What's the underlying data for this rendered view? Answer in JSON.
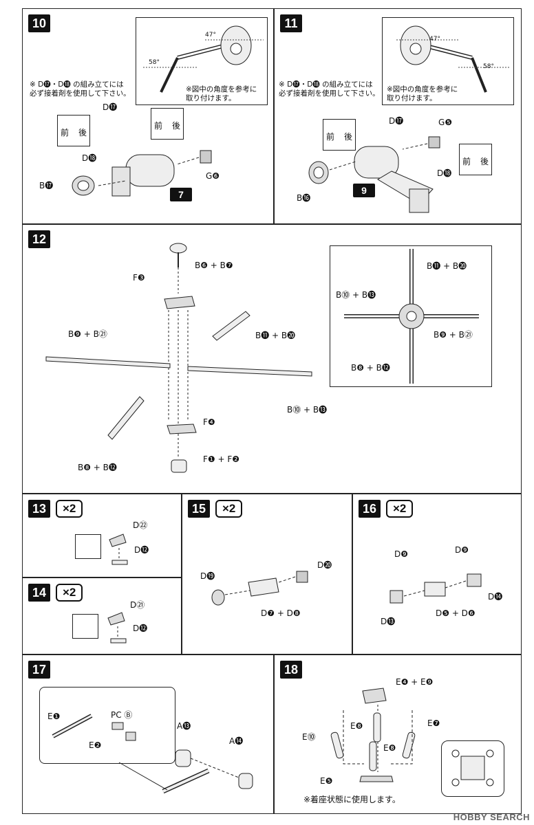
{
  "steps": {
    "s10": {
      "number": "10",
      "note_glue": "※ D⓱・D⓲ の組み立てには\n必ず接着剤を使用して下さい。",
      "note_angle": "※図中の角度を参考に\n取り付けます。",
      "angle_a": "47°",
      "angle_b": "58°",
      "labels": [
        "D⓱",
        "D⓲",
        "B⓱",
        "G❻"
      ],
      "front": "前",
      "back": "後",
      "part_tag": "7"
    },
    "s11": {
      "number": "11",
      "note_glue": "※ D⓱・D⓲ の組み立てには\n必ず接着剤を使用して下さい。",
      "note_angle": "※図中の角度を参考に\n取り付けます。",
      "angle_a": "47°",
      "angle_b": "58°",
      "labels": [
        "D⓱",
        "G❺",
        "D⓲",
        "B⓰"
      ],
      "front": "前",
      "back": "後",
      "part_tag": "9"
    },
    "s12": {
      "number": "12",
      "labels": [
        "B❻ + B❼",
        "F❸",
        "B⓫ + B⓴",
        "B❾ + B㉑",
        "F❹",
        "B⓾ + B⓭",
        "B❽ + B⓬",
        "F❶ + F❷"
      ],
      "inset_labels": [
        "B⓫ + B⓴",
        "B⓾ + B⓭",
        "B❾ + B㉑",
        "B❽ + B⓬"
      ]
    },
    "s13": {
      "number": "13",
      "times": "×2",
      "labels": [
        "D㉒",
        "D⓬"
      ]
    },
    "s14": {
      "number": "14",
      "times": "×2",
      "labels": [
        "D㉑",
        "D⓬"
      ]
    },
    "s15": {
      "number": "15",
      "times": "×2",
      "labels": [
        "D⓳",
        "D⓴",
        "D❼ + D❽"
      ]
    },
    "s16": {
      "number": "16",
      "times": "×2",
      "labels": [
        "D❾",
        "D❾",
        "D⓮",
        "D⓭",
        "D❺ + D❻"
      ]
    },
    "s17": {
      "number": "17",
      "labels": [
        "E❶",
        "PC Ⓑ",
        "E❷",
        "A⓭",
        "A⓮"
      ]
    },
    "s18": {
      "number": "18",
      "labels": [
        "E❹ + E❾",
        "E❽",
        "E❼",
        "E⓾",
        "E❽",
        "E❺"
      ],
      "note": "※着座状態に使用します。"
    }
  },
  "footer": {
    "brand": "HOBBY SEARCH"
  }
}
